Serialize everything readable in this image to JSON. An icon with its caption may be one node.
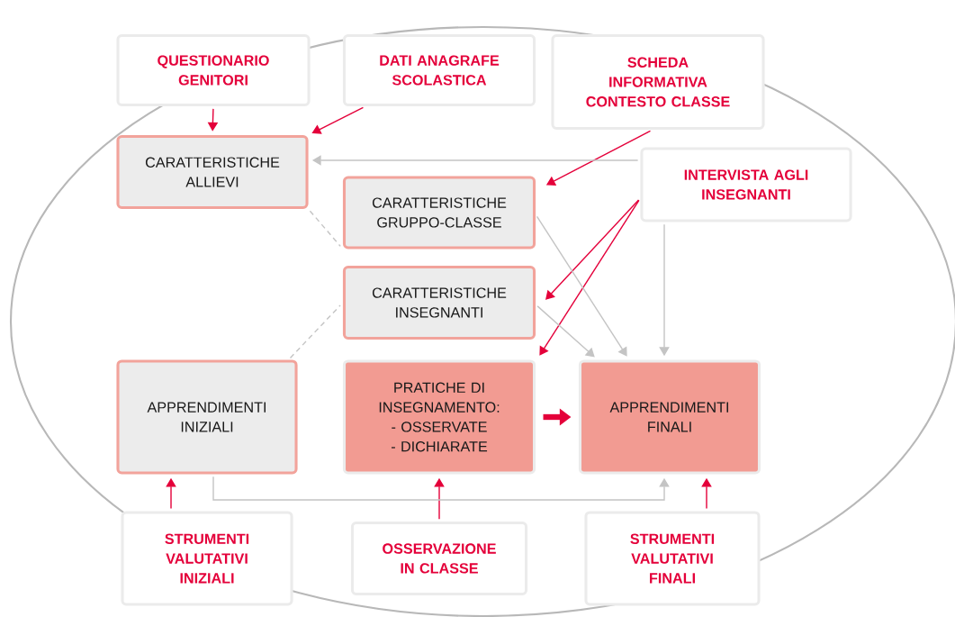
{
  "diagram": {
    "nodes": [
      {
        "text": [
          "QUESTIONARIO GENITORI"
        ]
      },
      {
        "text": [
          "DATI ANAGRAFE SCOLASTICA"
        ]
      },
      {
        "text": [
          "SCHEDA INFORMATIVA CONTESTO CLASSE"
        ]
      },
      {
        "text": [
          "CARATTERISTICHE ALLIEVI"
        ]
      },
      {
        "text": [
          "INTERVISTA AGLI INSEGNANTI"
        ]
      },
      {
        "text": [
          "CARATTERISTICHE GRUPPO-CLASSE"
        ]
      },
      {
        "text": [
          "CARATTERISTICHE INSEGNANTI"
        ]
      },
      {
        "text": [
          "APPRENDIMENTI INIZIALI"
        ]
      },
      {
        "text": [
          "PRATICHE DI INSEGNAMENTO:",
          "- OSSERVATE",
          "- DICHIARATE"
        ]
      },
      {
        "text": [
          "APPRENDIMENTI FINALI"
        ]
      },
      {
        "text": [
          "STRUMENTI VALUTATIVI INIZIALI"
        ]
      },
      {
        "text": [
          "OSSERVAZIONE IN CLASSE"
        ]
      },
      {
        "text": [
          "STRUMENTI VALUTATIVI FINALI"
        ]
      }
    ],
    "edges": [
      {
        "from": 0,
        "to": 3,
        "arrow": "to"
      },
      {
        "from": 1,
        "to": 3,
        "arrow": "to"
      },
      {
        "from": 2,
        "to": 5,
        "arrow": "to"
      },
      {
        "from": 4,
        "to": 3,
        "arrow": "to",
        "color": "#c4c4c4"
      },
      {
        "from": 4,
        "to": 6,
        "arrow": "to"
      },
      {
        "from": 4,
        "to": 8,
        "arrow": "to"
      },
      {
        "from": 4,
        "to": 9,
        "arrow": "to",
        "color": "#c4c4c4"
      },
      {
        "from": 5,
        "to": 9,
        "arrow": "to",
        "color": "#c4c4c4"
      },
      {
        "from": 6,
        "to": 9,
        "arrow": "to",
        "color": "#c4c4c4"
      },
      {
        "from": 3,
        "to": 5,
        "arrow": "none",
        "style": "dashed",
        "color": "#c4c4c4"
      },
      {
        "from": 7,
        "to": 6,
        "arrow": "none",
        "style": "dashed",
        "color": "#c4c4c4"
      },
      {
        "from": 8,
        "to": 9,
        "arrow": "to",
        "style": "thick"
      },
      {
        "from": 10,
        "to": 7,
        "arrow": "to"
      },
      {
        "from": 11,
        "to": 8,
        "arrow": "to"
      },
      {
        "from": 12,
        "to": 9,
        "arrow": "to"
      },
      {
        "from": 7,
        "to": 9,
        "arrow": "to",
        "color": "#c4c4c4"
      }
    ]
  }
}
